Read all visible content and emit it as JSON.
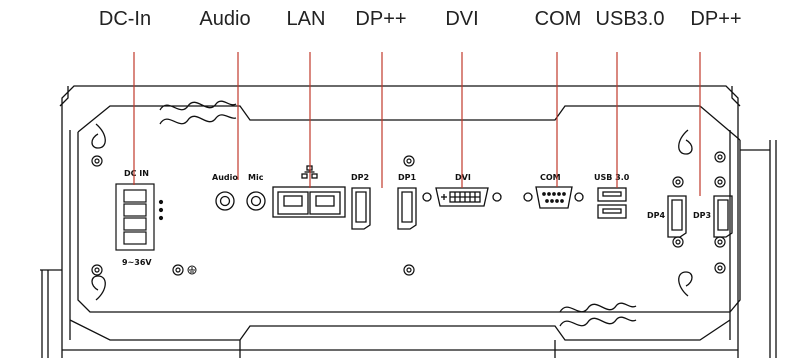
{
  "callouts": [
    {
      "label": "DC-In"
    },
    {
      "label": "Audio"
    },
    {
      "label": "LAN"
    },
    {
      "label": "DP++"
    },
    {
      "label": "DVI"
    },
    {
      "label": "COM"
    },
    {
      "label": "USB3.0"
    },
    {
      "label": "DP++"
    }
  ],
  "panel": {
    "dc_in": "DC IN",
    "voltage": "9~36V",
    "audio": "Audio",
    "mic": "Mic",
    "dp2": "DP2",
    "dp1": "DP1",
    "dvi": "DVI",
    "com": "COM",
    "usb": "USB 3.0",
    "dp4": "DP4",
    "dp3": "DP3"
  },
  "colors": {
    "leader_line": "#c0392b",
    "outline": "#111111"
  }
}
